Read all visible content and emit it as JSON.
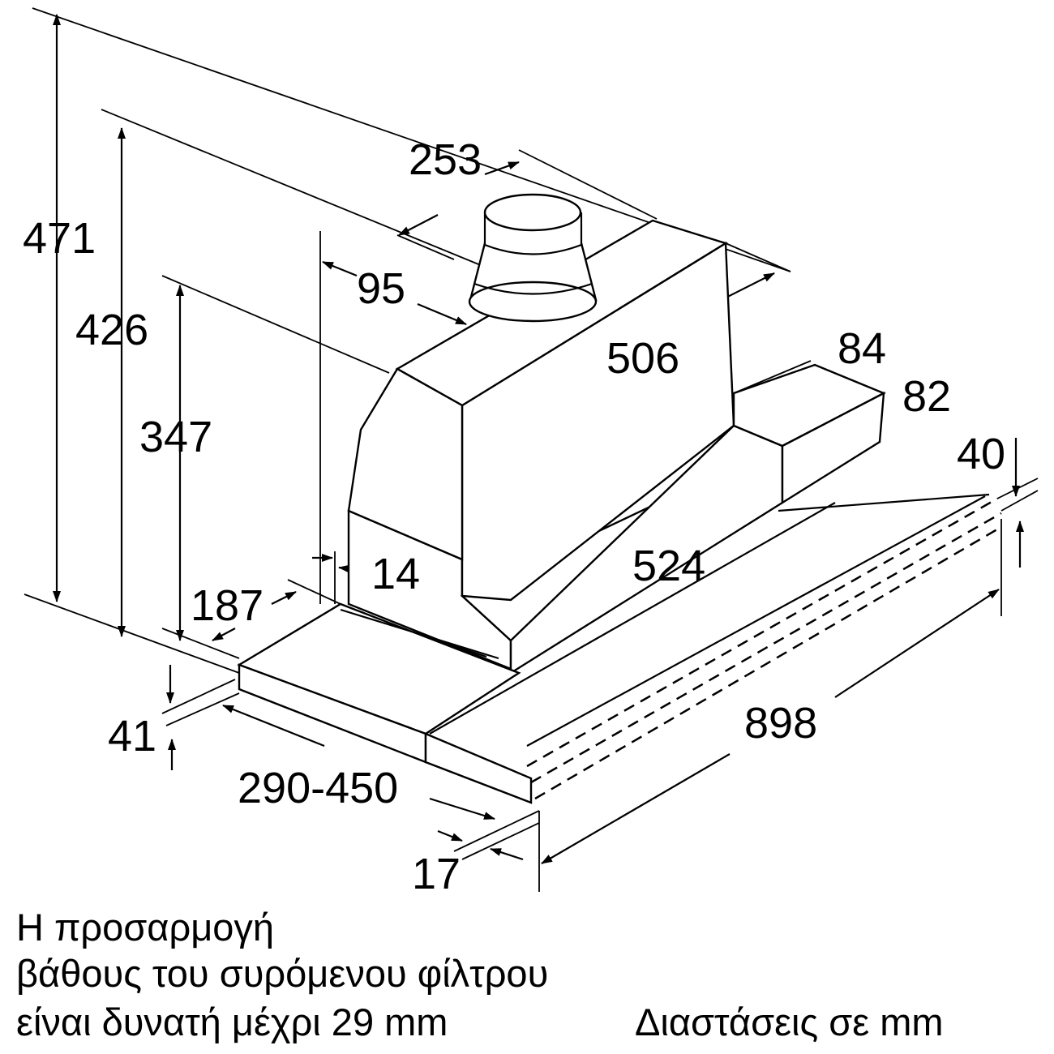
{
  "dimensions": {
    "d471": "471",
    "d426": "426",
    "d347": "347",
    "d253": "253",
    "d95": "95",
    "d506": "506",
    "d84": "84",
    "d82": "82",
    "d40": "40",
    "d14": "14",
    "d187": "187",
    "d524": "524",
    "d41": "41",
    "d898": "898",
    "d290_450": "290-450",
    "d17": "17"
  },
  "notes": {
    "line1": "Η προσαρμογή",
    "line2": "βάθους του συρόμενου φίλτρου",
    "line3": "είναι δυνατή μέχρι 29 mm",
    "units": "Διαστάσεις σε mm"
  }
}
